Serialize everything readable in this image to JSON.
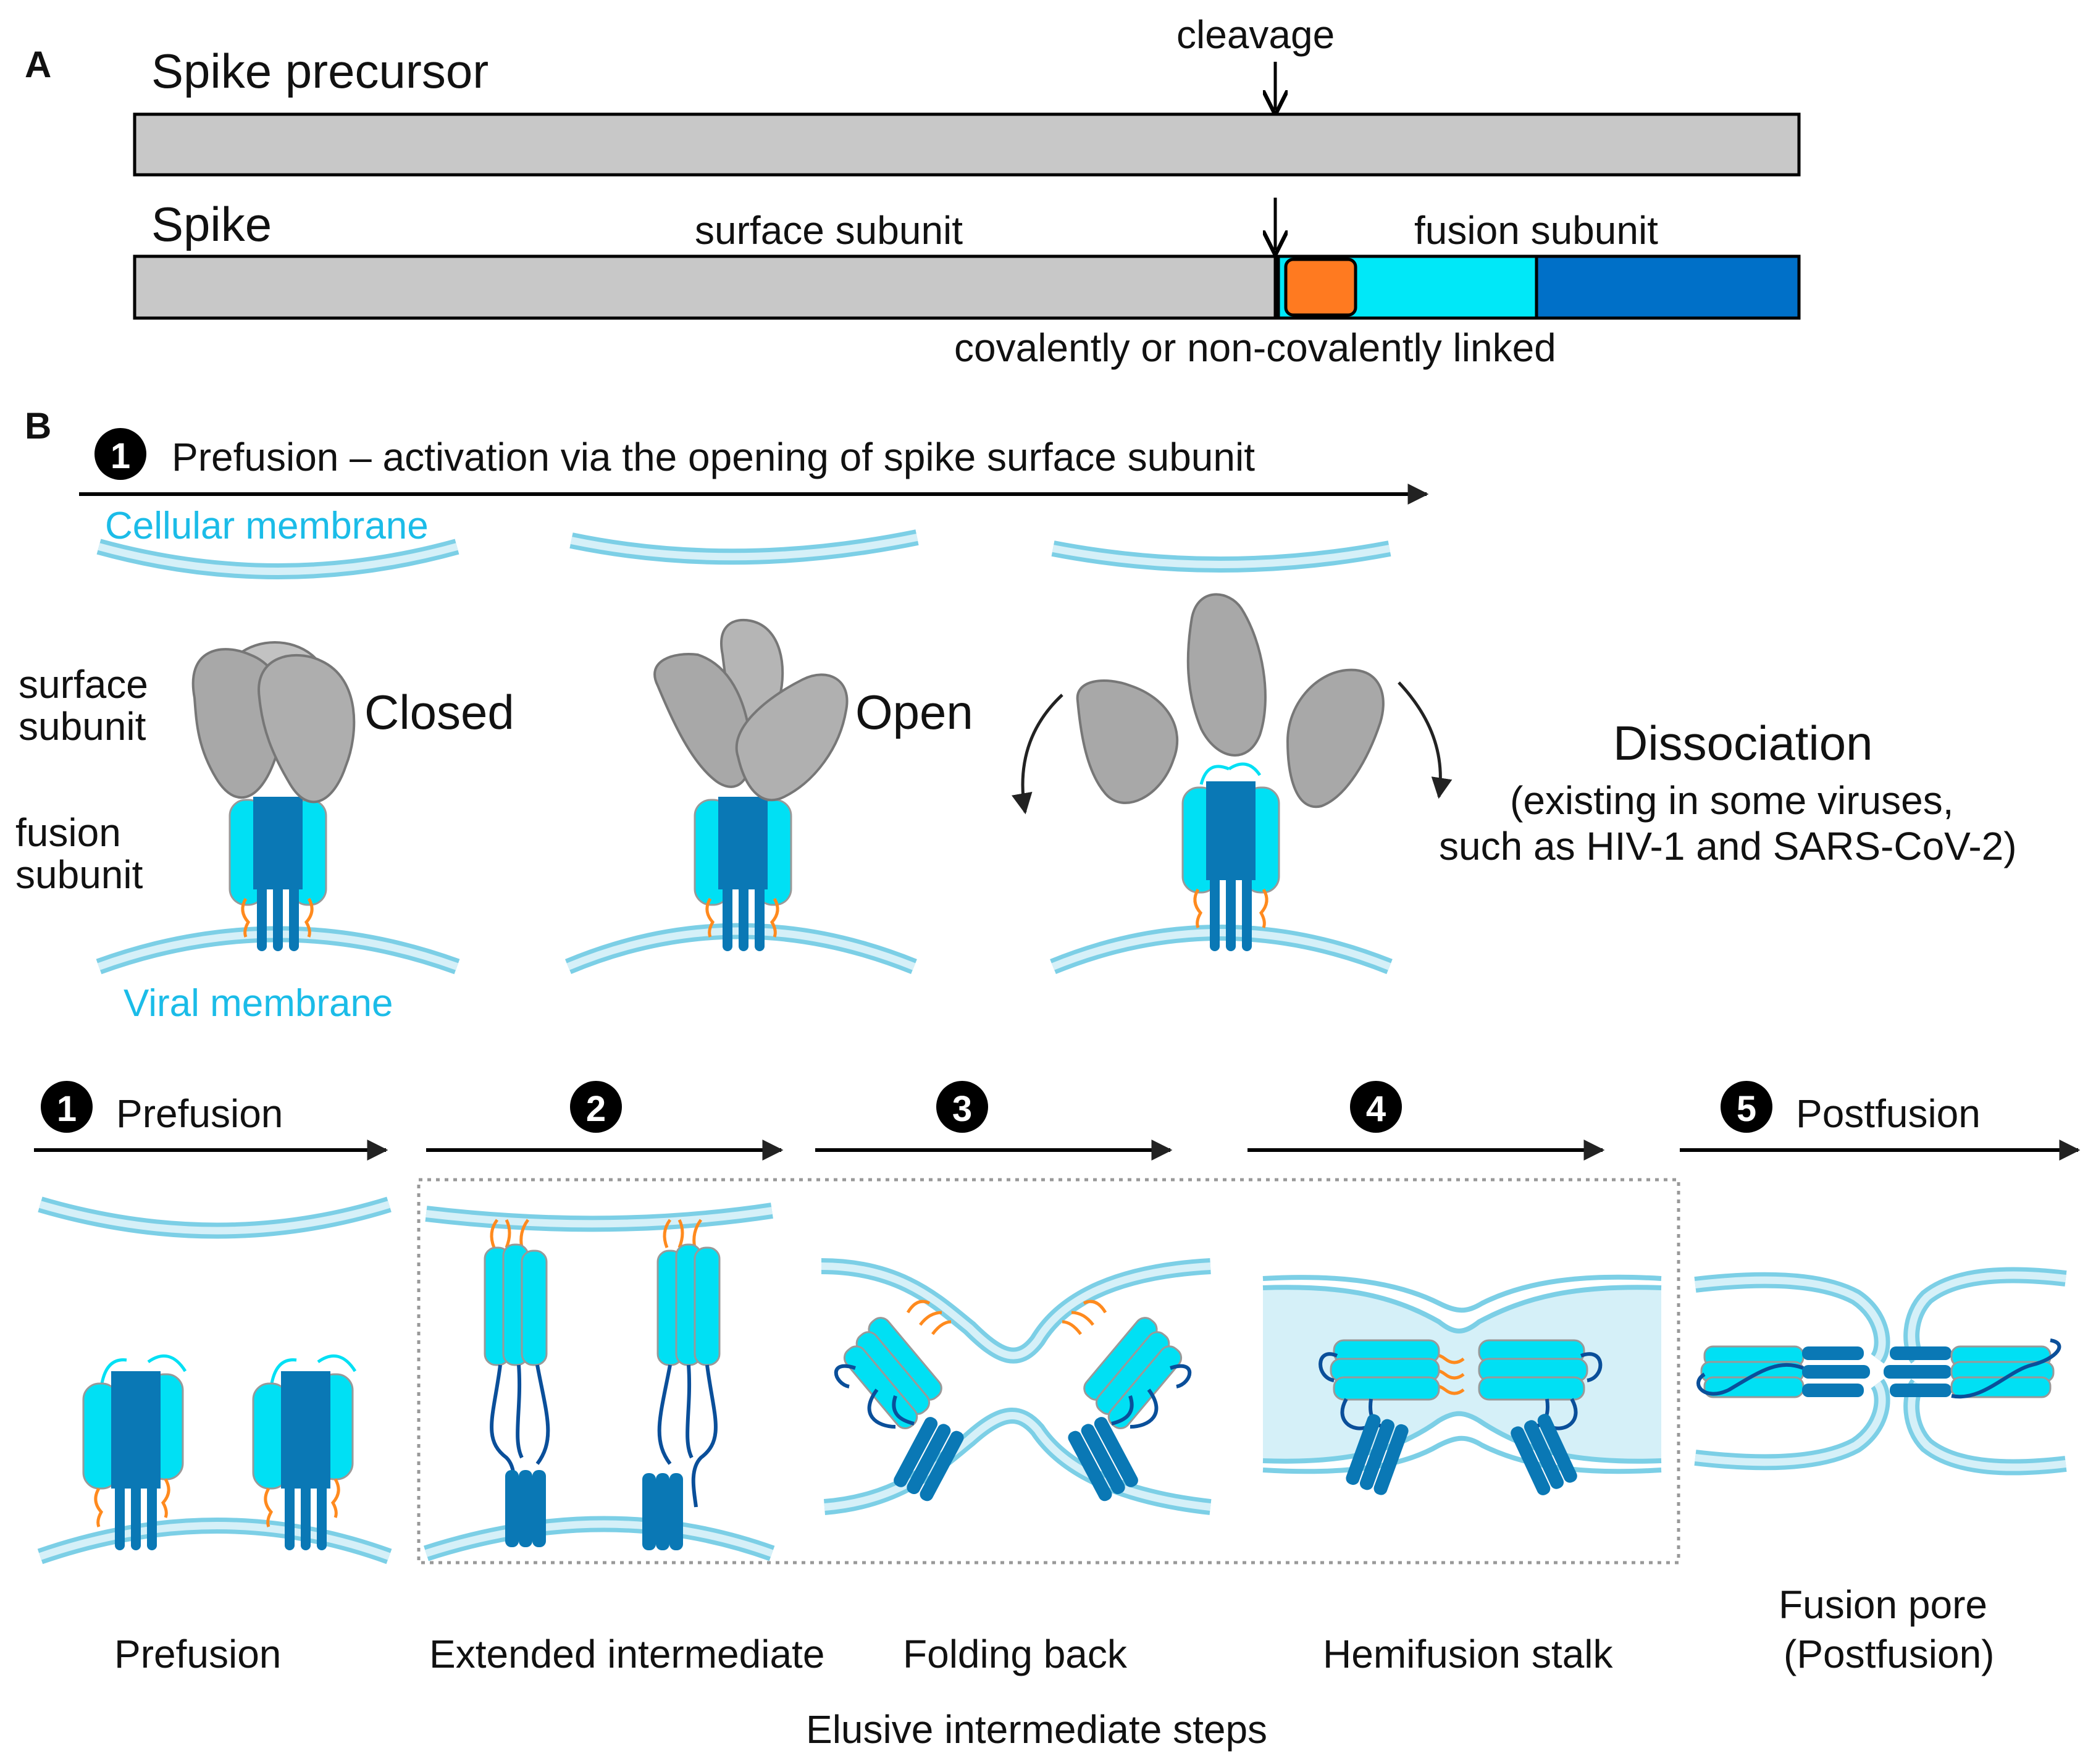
{
  "panel_a": {
    "label": "A",
    "precursor_label": "Spike precursor",
    "cleavage_label": "cleavage",
    "spike_label": "Spike",
    "surface_subunit_label": "surface subunit",
    "fusion_subunit_label": "fusion subunit",
    "linkage_label": "covalently or non-covalently linked"
  },
  "panel_b": {
    "label": "B",
    "top_arrow": {
      "step": "1",
      "label": "Prefusion – activation via the opening of spike surface subunit"
    },
    "cellular_membrane_label": "Cellular membrane",
    "viral_membrane_label": "Viral membrane",
    "surface_subunit_label": "surface\nsubunit",
    "surface_subunit_line1": "surface",
    "surface_subunit_line2": "subunit",
    "fusion_subunit_line1": "fusion",
    "fusion_subunit_line2": "subunit",
    "closed_label": "Closed",
    "open_label": "Open",
    "dissociation_title": "Dissociation",
    "dissociation_note_line1": "(existing in some viruses,",
    "dissociation_note_line2": "such as HIV-1 and SARS-CoV-2)",
    "steps": [
      {
        "num": "1",
        "label": "Prefusion"
      },
      {
        "num": "2",
        "label": ""
      },
      {
        "num": "3",
        "label": ""
      },
      {
        "num": "4",
        "label": ""
      },
      {
        "num": "5",
        "label": "Postfusion"
      }
    ],
    "captions": {
      "prefusion": "Prefusion",
      "extended": "Extended intermediate",
      "folding": "Folding back",
      "hemifusion": "Hemifusion stalk",
      "pore_line1": "Fusion pore",
      "pore_line2": "(Postfusion)"
    },
    "elusive_label": "Elusive intermediate steps"
  },
  "colors": {
    "gray": "#c8c8c8",
    "orange": "#ff7a20",
    "cyan": "#00e8f8",
    "blue": "#0070c8",
    "membrane": "#7ccfe6",
    "membrane_fill": "#d5f0f8",
    "text_membrane": "#1bbce8"
  }
}
